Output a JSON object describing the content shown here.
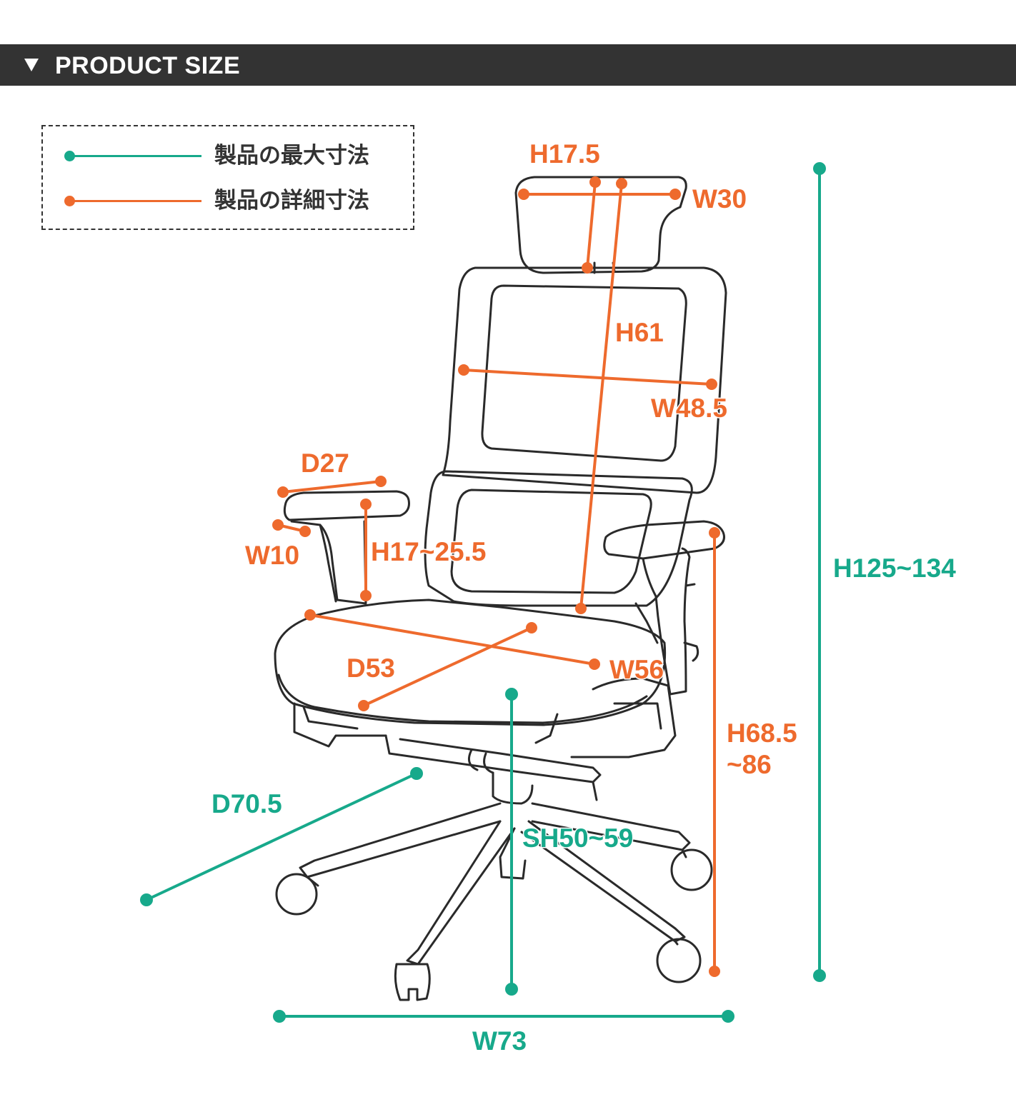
{
  "header": {
    "title": "PRODUCT SIZE",
    "arrow_icon": "triangle-down-icon"
  },
  "colors": {
    "max_dimension": "#17a98b",
    "detail_dimension": "#ee6a2d",
    "outline": "#2a2a2a",
    "header_bg": "#333333"
  },
  "legend": {
    "max_label": "製品の最大寸法",
    "detail_label": "製品の詳細寸法"
  },
  "dimensions": {
    "headrest_height": "H17.5",
    "headrest_width": "W30",
    "back_height": "H61",
    "back_width": "W48.5",
    "armrest_depth": "D27",
    "armrest_width": "W10",
    "armrest_height": "H17~25.5",
    "seat_depth": "D53",
    "seat_width": "W56",
    "arm_height_line1": "H68.5",
    "arm_height_line2": "~86",
    "total_height": "H125~134",
    "total_depth": "D70.5",
    "seat_height": "SH50~59",
    "total_width": "W73"
  }
}
